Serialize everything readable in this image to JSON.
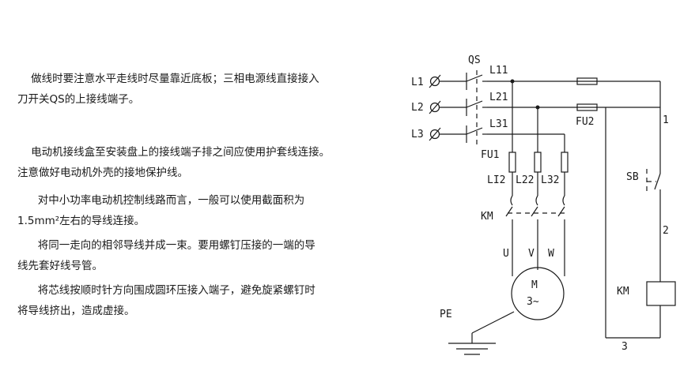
{
  "paragraphs": [
    {
      "lines": [
        "    做线时要注意水平走线时尽量靠近底板；三相电源线直接接入",
        "刀开关QS的上接线端子。"
      ]
    },
    {
      "lines": [
        "    电动机接线盒至安装盘上的接线端子排之间应使用护套线连接。",
        "注意做好电动机外壳的接地保护线。"
      ]
    },
    {
      "lines": [
        "      对中小功率电动机控制线路而言，一般可以使用截面积为",
        "1.5mm²左右的导线连接。"
      ]
    },
    {
      "lines": [
        "      将同一走向的相邻导线并成一束。要用螺钉压接的一端的导",
        "线先套好线号管。"
      ]
    },
    {
      "lines": [
        "      将芯线按顺时针方向围成圆环压接入端子，避免旋紧螺钉时",
        "将导线挤出，造成虚接。"
      ]
    }
  ],
  "diagram": {
    "labels": {
      "qs": "QS",
      "l1": "L1",
      "l2": "L2",
      "l3": "L3",
      "l11": "L11",
      "l21": "L21",
      "l31": "L31",
      "fu1": "FU1",
      "fu2": "FU2",
      "l12": "LI2",
      "l22": "L22",
      "l32": "L32",
      "km_contact": "KM",
      "u": "U",
      "v": "V",
      "w": "W",
      "motor_m": "M",
      "motor_3": "3~",
      "pe": "PE",
      "sb": "SB",
      "km_coil": "KM",
      "wire1": "1",
      "wire2": "2",
      "wire3": "3"
    }
  }
}
